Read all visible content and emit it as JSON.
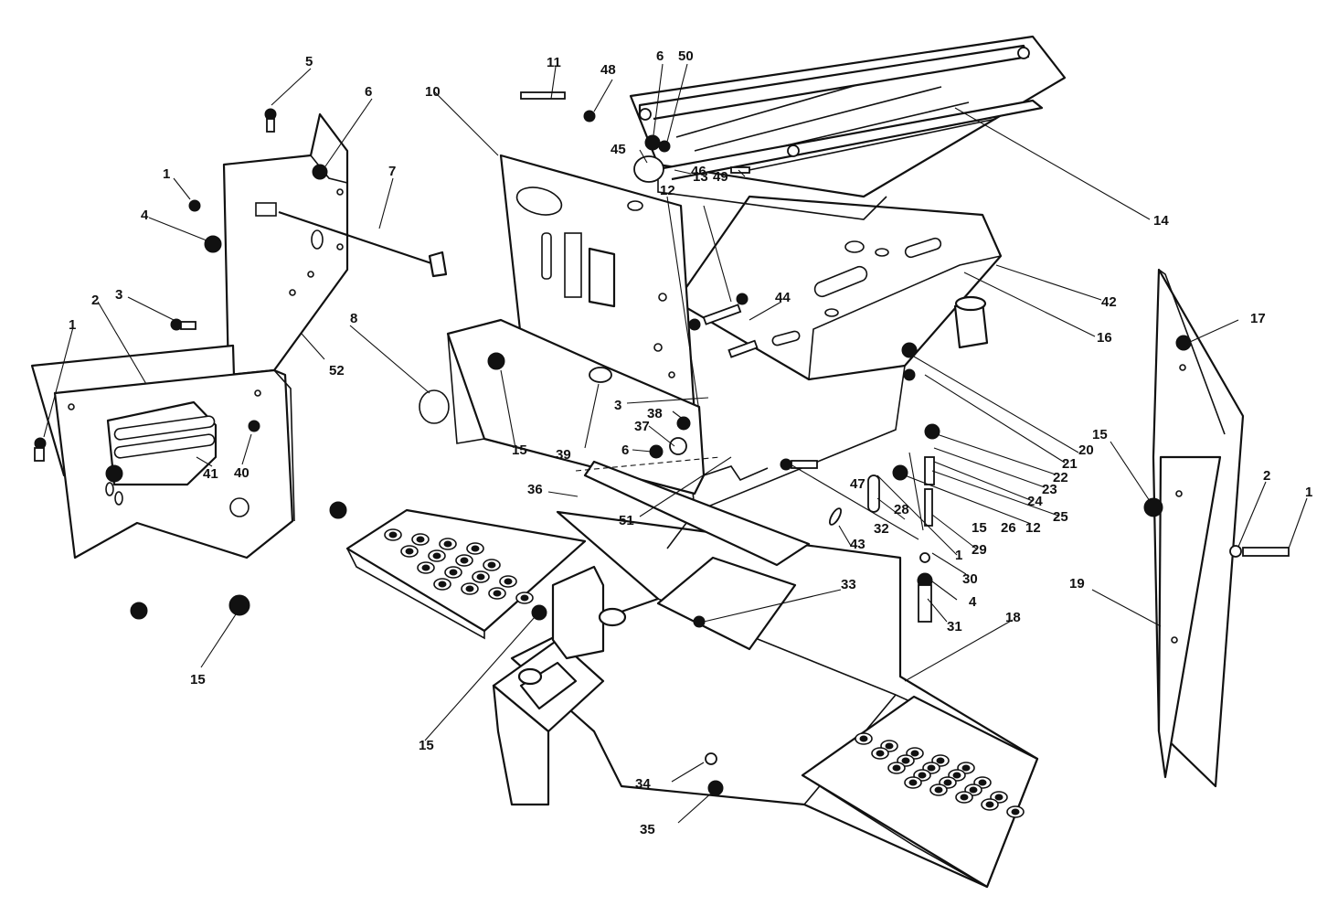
{
  "callouts": {
    "c1a": "1",
    "c1b": "1",
    "c1c": "1",
    "c1d": "1",
    "c2a": "2",
    "c2b": "2",
    "c3a": "3",
    "c3b": "3",
    "c4a": "4",
    "c4b": "4",
    "c5": "5",
    "c6a": "6",
    "c6b": "6",
    "c6c": "6",
    "c7": "7",
    "c8": "8",
    "c10": "10",
    "c11": "11",
    "c12a": "12",
    "c12b": "12",
    "c13": "13",
    "c14": "14",
    "c15a": "15",
    "c15b": "15",
    "c15c": "15",
    "c15d": "15",
    "c15e": "15",
    "c16": "16",
    "c17": "17",
    "c18": "18",
    "c19": "19",
    "c20": "20",
    "c21": "21",
    "c22": "22",
    "c23": "23",
    "c24": "24",
    "c25": "25",
    "c26": "26",
    "c28": "28",
    "c29": "29",
    "c30": "30",
    "c31": "31",
    "c32": "32",
    "c33": "33",
    "c34": "34",
    "c35": "35",
    "c36": "36",
    "c37": "37",
    "c38": "38",
    "c39": "39",
    "c40": "40",
    "c41": "41",
    "c42": "42",
    "c43": "43",
    "c44": "44",
    "c45": "45",
    "c46": "46",
    "c47": "47",
    "c48": "48",
    "c49": "49",
    "c50": "50",
    "c51": "51",
    "c52": "52"
  }
}
